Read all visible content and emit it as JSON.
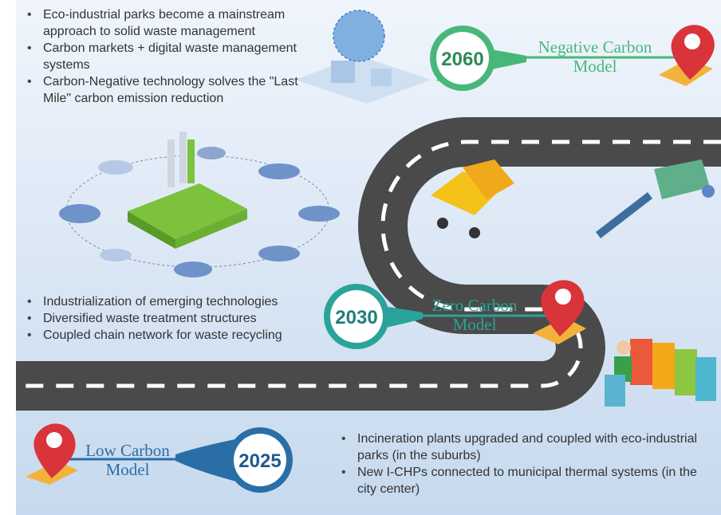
{
  "milestones": {
    "m2060": {
      "year": "2060",
      "label": "Negative Carbon\nModel",
      "color": "#49b77a",
      "bullets": [
        "Eco-industrial parks become a mainstream approach to solid waste management",
        "Carbon markets + digital waste management systems",
        "Carbon-Negative technology solves the \"Last Mile\" carbon emission reduction"
      ]
    },
    "m2030": {
      "year": "2030",
      "label": "Zero Carbon\nModel",
      "color": "#2aa39a",
      "bullets": [
        "Industrialization of emerging technologies",
        "Diversified waste treatment structures",
        "Coupled chain network for waste recycling"
      ]
    },
    "m2025": {
      "year": "2025",
      "label": "Low Carbon\nModel",
      "color": "#2a6ea8",
      "bullets": [
        "Incineration plants upgraded and coupled with eco-industrial parks (in the suburbs)",
        "New I-CHPs connected to municipal thermal systems (in the city center)"
      ]
    }
  },
  "colors": {
    "road": "#4a4a4a",
    "road_dash": "#ffffff",
    "pin": "#d9343a",
    "bg_top": "#eef3fb",
    "bg_bottom": "#c9dcef"
  }
}
